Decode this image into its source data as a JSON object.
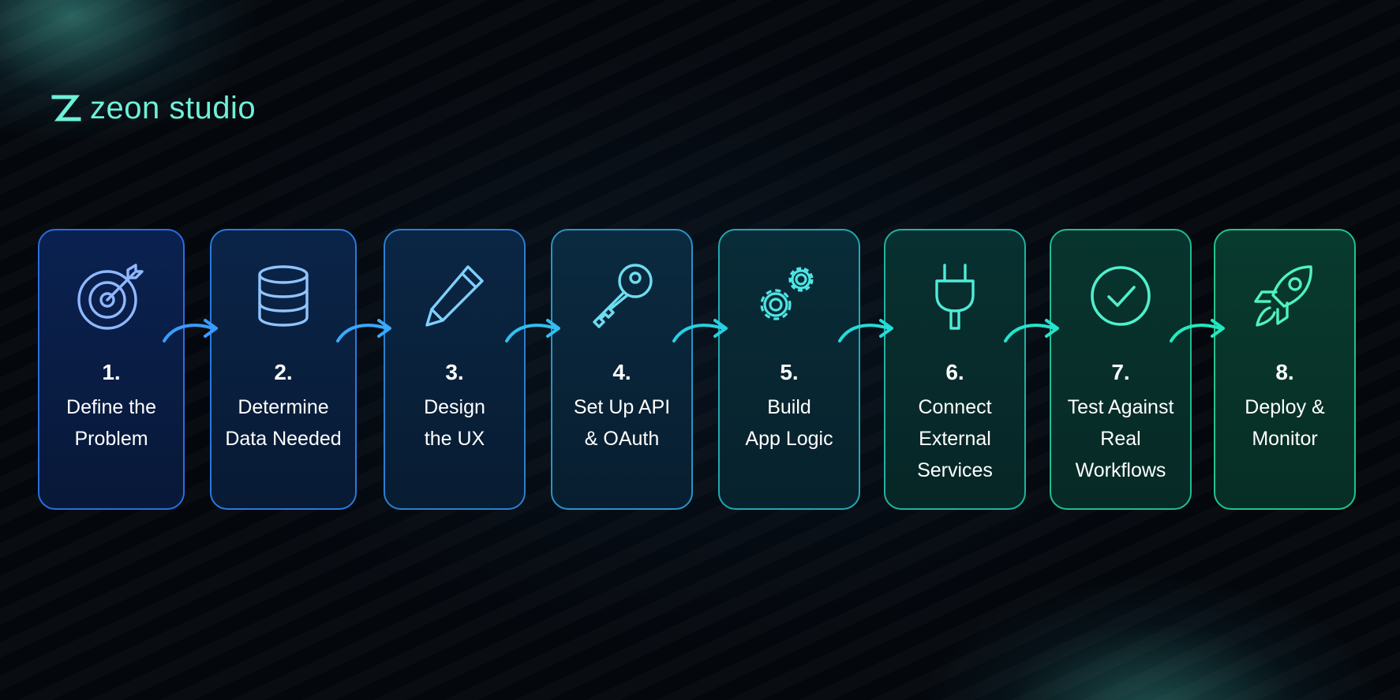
{
  "brand": {
    "name": "zeon studio",
    "color": "#6ff0d8"
  },
  "steps": [
    {
      "number": "1.",
      "label": "Define the\nProblem",
      "icon": "target-icon",
      "color": "#8fb8ff"
    },
    {
      "number": "2.",
      "label": "Determine\nData Needed",
      "icon": "database-icon",
      "color": "#8fc4ff"
    },
    {
      "number": "3.",
      "label": "Design\nthe UX",
      "icon": "pencil-icon",
      "color": "#7fd0ff"
    },
    {
      "number": "4.",
      "label": "Set Up API\n& OAuth",
      "icon": "key-icon",
      "color": "#6fdcf0"
    },
    {
      "number": "5.",
      "label": "Build\nApp Logic",
      "icon": "gears-icon",
      "color": "#4fe4e4"
    },
    {
      "number": "6.",
      "label": "Connect\nExternal\nServices",
      "icon": "plug-icon",
      "color": "#4fecd8"
    },
    {
      "number": "7.",
      "label": "Test Against\nReal\nWorkflows",
      "icon": "check-circle-icon",
      "color": "#4ff0cc"
    },
    {
      "number": "8.",
      "label": "Deploy &\nMonitor",
      "icon": "rocket-icon",
      "color": "#4ff2c0"
    }
  ]
}
